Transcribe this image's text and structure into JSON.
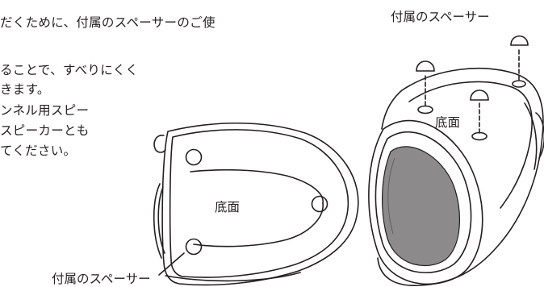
{
  "manual": {
    "body_lines": [
      "だくために、付属のスペーサーのご使",
      "ることで、すべりにくく",
      "きます。",
      "ンネル用スピー",
      "スピーカーとも",
      "てください。"
    ],
    "labels": {
      "spacer_top": "付属のスペーサー",
      "bottom_left": "底面",
      "bottom_right": "底面",
      "spacer_bottom": "付属のスペーサー"
    }
  }
}
